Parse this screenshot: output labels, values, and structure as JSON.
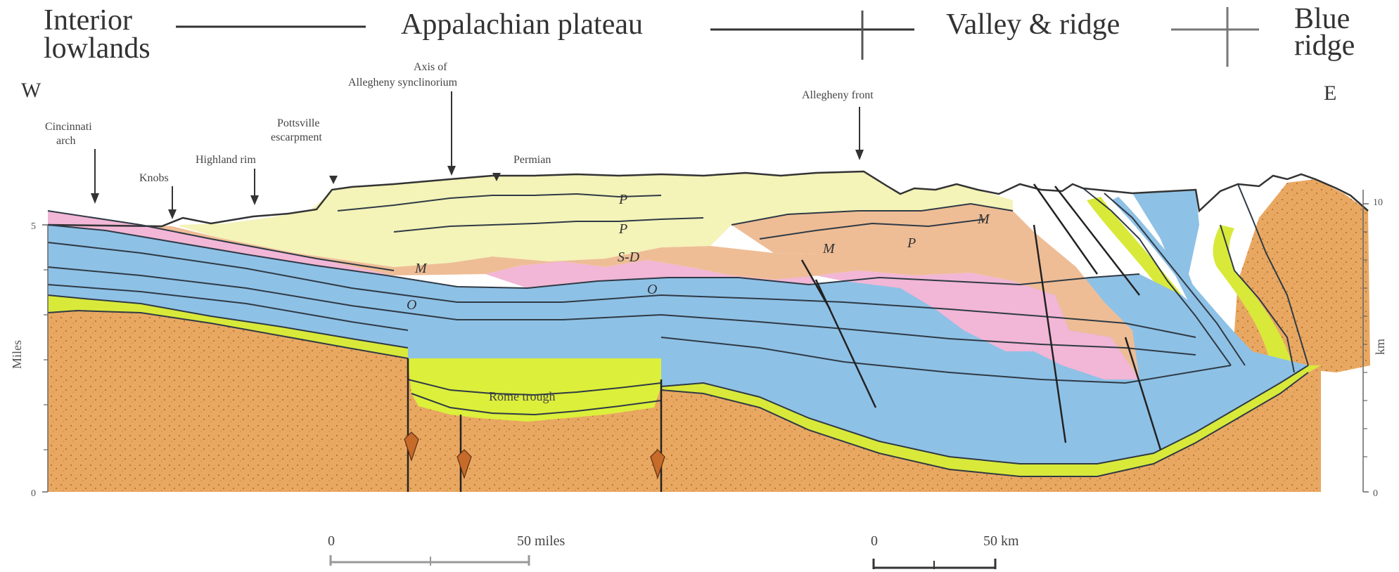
{
  "header": {
    "interior_line1": "Interior",
    "interior_line2": "lowlands",
    "appalachian": "Appalachian plateau",
    "valley": "Valley & ridge",
    "blue_line1": "Blue",
    "blue_line2": "ridge"
  },
  "directions": {
    "west": "W",
    "east": "E"
  },
  "annotations": {
    "axis_line1": "Axis of",
    "axis_line2": "Allegheny synclinorium",
    "allegheny_front": "Allegheny front",
    "cincinnati_line1": "Cincinnati",
    "cincinnati_line2": "arch",
    "knobs": "Knobs",
    "highland_rim": "Highland rim",
    "pottsville_line1": "Pottsville",
    "pottsville_line2": "escarpment",
    "permian": "Permian",
    "rome_trough": "Rome trough"
  },
  "axes": {
    "left_label": "Miles",
    "right_label": "km",
    "left_top": "5",
    "left_bottom": "0",
    "right_top": "10",
    "right_bottom": "0"
  },
  "layer_labels": {
    "m_left": "M",
    "o_left": "O",
    "p_upper": "P",
    "p_lower": "P",
    "s_d": "S-D",
    "o_mid": "O",
    "m_mid": "M",
    "m_right": "M",
    "p_right": "P"
  },
  "scale_bars": {
    "miles_zero": "0",
    "miles_label": "50 miles",
    "km_zero": "0",
    "km_label": "50 km"
  },
  "colors": {
    "basement": "#e9a862",
    "cambrian_sand": "#d8e93a",
    "carbonate": "#8ec1e6",
    "shale_pink": "#f2b6d6",
    "silurian_devonian": "#eebd96",
    "pennsylvanian": "#f4f3b8"
  }
}
